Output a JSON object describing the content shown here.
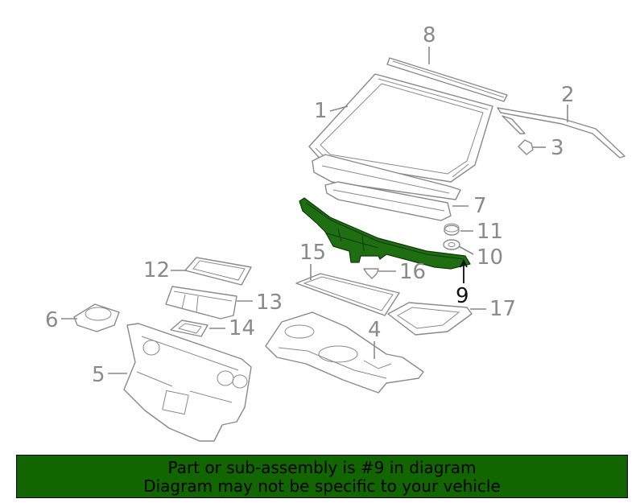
{
  "callouts": {
    "c1": "1",
    "c2": "2",
    "c3": "3",
    "c4": "4",
    "c5": "5",
    "c6": "6",
    "c7": "7",
    "c8": "8",
    "c9": "9",
    "c10": "10",
    "c11": "11",
    "c12": "12",
    "c13": "13",
    "c14": "14",
    "c15": "15",
    "c16": "16",
    "c17": "17"
  },
  "highlight": {
    "part": "9",
    "color": "#1f6e12"
  },
  "banner": {
    "line1": "Part or sub-assembly is #9 in diagram",
    "line2": "Diagram may not be specific to your vehicle",
    "background": "#116600"
  }
}
